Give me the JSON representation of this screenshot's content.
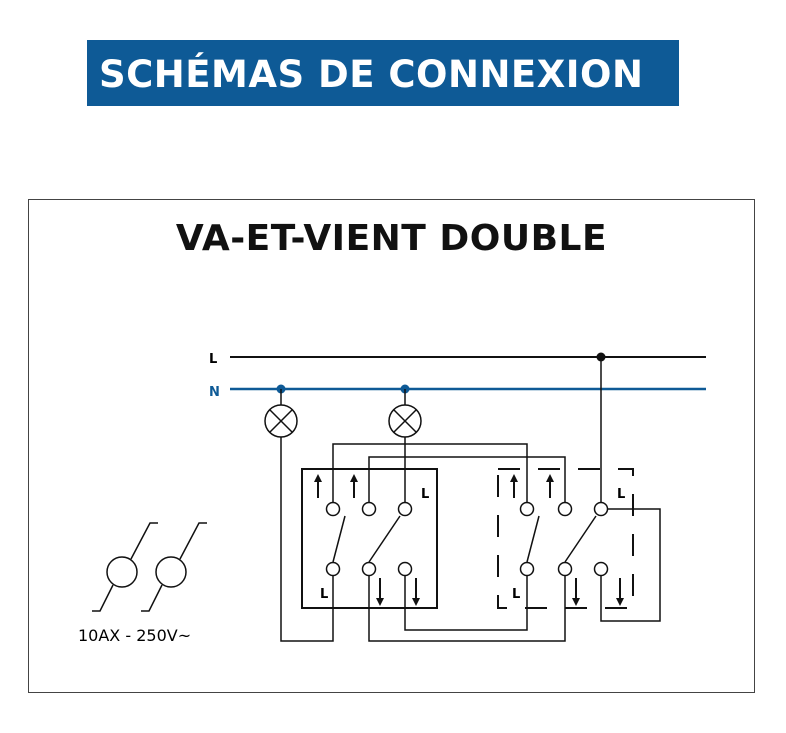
{
  "header": {
    "title": "SCHÉMAS DE CONNEXION"
  },
  "diagram": {
    "title": "VA-ET-VIENT DOUBLE",
    "line_label_L": "L",
    "line_label_N": "N",
    "terminal_label": "L",
    "rating": "10AX - 250V~"
  },
  "colors": {
    "banner": "#0e5a96",
    "neutral": "#0e5a96",
    "line": "#111111"
  }
}
